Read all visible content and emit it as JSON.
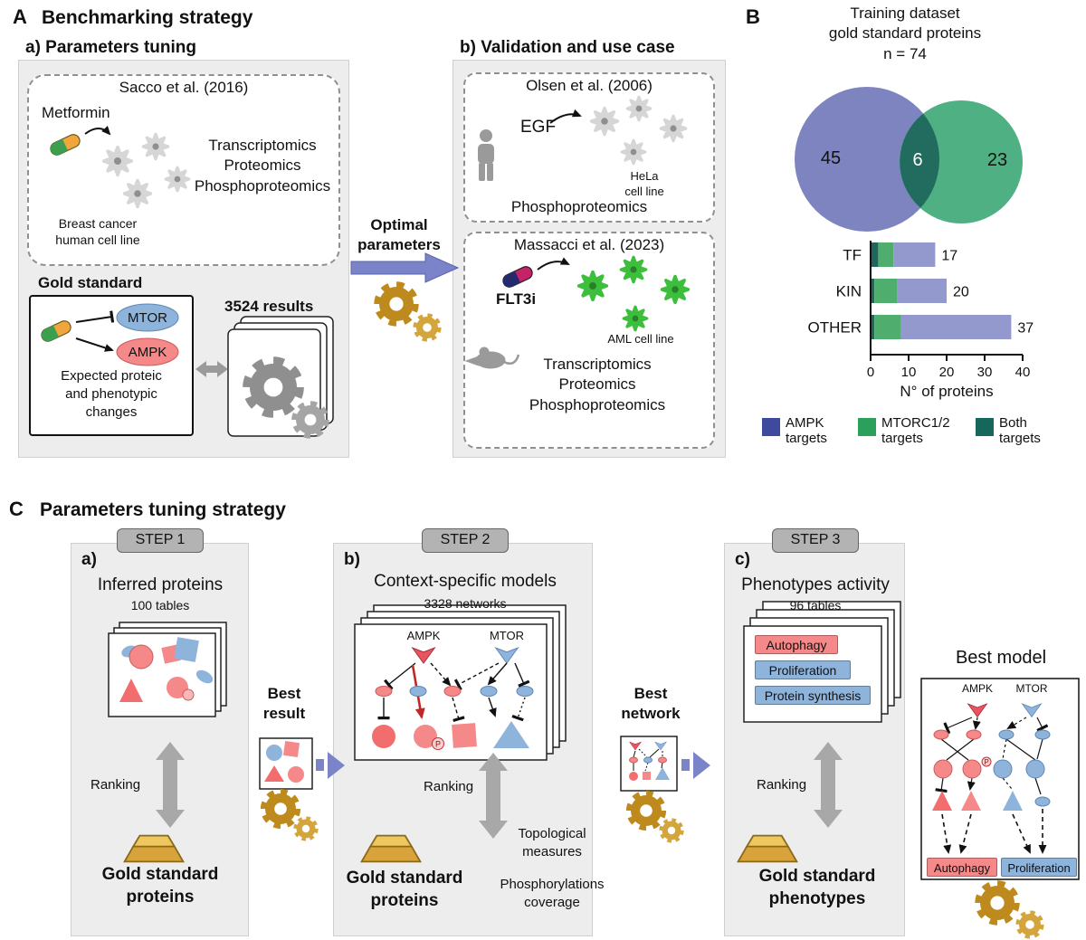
{
  "colors": {
    "accent_arrow": "#7b84c8",
    "panel_bg": "#ededed",
    "ampk_red": "#f58888",
    "mtor_blue": "#8fb4dc",
    "gold": "#c9992f",
    "autophagy_red": "#f58888",
    "proliferation_blue": "#8fb4dc",
    "protein_synthesis_blue": "#8fb4dc"
  },
  "panelA": {
    "label": "A",
    "title": "Benchmarking strategy",
    "tuning": {
      "heading": "a) Parameters tuning",
      "sacco_title": "Sacco et al. (2016)",
      "drug": "Metformin",
      "omics": "Transcriptomics\nProteomics\nPhosphoproteomics",
      "cell_line": "Breast cancer\nhuman cell line",
      "gold_heading": "Gold standard",
      "mtor": "MTOR",
      "ampk": "AMPK",
      "gold_caption": "Expected proteic\nand phenotypic\nchanges",
      "results": "3524 results"
    },
    "optimal": "Optimal\nparameters",
    "validation": {
      "heading": "b) Validation and use case",
      "olsen_title": "Olsen et al. (2006)",
      "stimulus": "EGF",
      "olsen_cell_line": "HeLa\ncell line",
      "olsen_omics": "Phosphoproteomics",
      "massacci_title": "Massacci et al. (2023)",
      "drug": "FLT3i",
      "massacci_cell_line": "AML cell line",
      "massacci_omics": "Transcriptomics\nProteomics\nPhosphoproteomics"
    }
  },
  "panelB": {
    "label": "B",
    "title": "Training dataset\ngold standard proteins\nn = 74",
    "legend": [
      {
        "label": "AMPK\ntargets",
        "color": "#3e4a9b"
      },
      {
        "label": "MTORC1/2\ntargets",
        "color": "#2aa05c"
      },
      {
        "label": "Both\ntargets",
        "color": "#17665c"
      }
    ]
  },
  "chart_data": [
    {
      "type": "venn",
      "title": "Training dataset gold standard proteins",
      "total_label": "n = 74",
      "sets": [
        {
          "name": "AMPK targets",
          "unique": 45,
          "color": "#7d84c0"
        },
        {
          "name": "MTORC1/2 targets",
          "unique": 23,
          "color": "#4fb083"
        }
      ],
      "overlap": 6
    },
    {
      "type": "bar",
      "orientation": "horizontal",
      "categories": [
        "TF",
        "KIN",
        "OTHER"
      ],
      "series": [
        {
          "name": "Both targets",
          "color": "#1f665c",
          "values": [
            2,
            1,
            1
          ]
        },
        {
          "name": "MTORC1/2 targets",
          "color": "#4fae6e",
          "values": [
            4,
            6,
            7
          ]
        },
        {
          "name": "AMPK targets",
          "color": "#9399cc",
          "values": [
            11,
            13,
            29
          ]
        }
      ],
      "totals": [
        17,
        20,
        37
      ],
      "xlabel": "N° of proteins",
      "xlim": [
        0,
        40
      ],
      "xticks": [
        0,
        10,
        20,
        30,
        40
      ],
      "grid": false,
      "legend_position": "bottom"
    }
  ],
  "panelC": {
    "label": "C",
    "title": "Parameters tuning strategy",
    "step1": {
      "badge": "STEP 1",
      "letter": "a)",
      "title": "Inferred proteins",
      "subtitle": "100 tables",
      "ranking": "Ranking",
      "gold": "Gold standard\nproteins"
    },
    "best_result": "Best\nresult",
    "step2": {
      "badge": "STEP 2",
      "letter": "b)",
      "title": "Context-specific models",
      "subtitle": "3328 networks",
      "ampk": "AMPK",
      "mtor": "MTOR",
      "ranking": "Ranking",
      "gold": "Gold standard\nproteins",
      "measure1": "Topological\nmeasures",
      "measure2": "Phosphorylations\ncoverage"
    },
    "best_network": "Best\nnetwork",
    "step3": {
      "badge": "STEP 3",
      "letter": "c)",
      "title": "Phenotypes activity",
      "subtitle": "96 tables",
      "phenotypes": [
        "Autophagy",
        "Proliferation",
        "Protein synthesis"
      ],
      "ranking": "Ranking",
      "gold": "Gold standard\nphenotypes"
    },
    "best_model": {
      "title": "Best model",
      "ampk": "AMPK",
      "mtor": "MTOR",
      "phenotype1": "Autophagy",
      "phenotype2": "Proliferation"
    },
    "phospho_label": "P"
  }
}
